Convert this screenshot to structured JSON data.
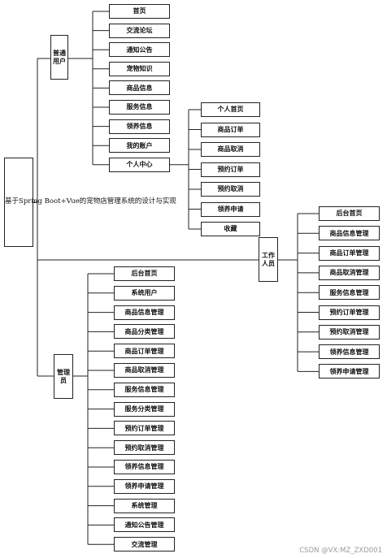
{
  "root": {
    "label": "基于Spring Boot+Vue的宠物店管理系统的设计与实现"
  },
  "user": {
    "label": "普通用户",
    "items": [
      "首页",
      "交流论坛",
      "通知公告",
      "宠物知识",
      "商品信息",
      "服务信息",
      "领养信息",
      "我的账户",
      "个人中心"
    ]
  },
  "user_center": {
    "items": [
      "个人首页",
      "商品订单",
      "商品取消",
      "预约订单",
      "预约取消",
      "领养申请",
      "收藏"
    ]
  },
  "worker": {
    "label": "工作人员",
    "items": [
      "后台首页",
      "商品信息管理",
      "商品订单管理",
      "商品取消管理",
      "服务信息管理",
      "预约订单管理",
      "预约取消管理",
      "领养信息管理",
      "领养申请管理"
    ]
  },
  "admin": {
    "label": "管理员",
    "items": [
      "后台首页",
      "系统用户",
      "商品信息管理",
      "商品分类管理",
      "商品订单管理",
      "商品取消管理",
      "服务信息管理",
      "服务分类管理",
      "预约订单管理",
      "预约取消管理",
      "领养信息管理",
      "领养申请管理",
      "系统管理",
      "通知公告管理",
      "交流管理"
    ]
  },
  "watermark": "CSDN @VX:MZ_ZXD001"
}
